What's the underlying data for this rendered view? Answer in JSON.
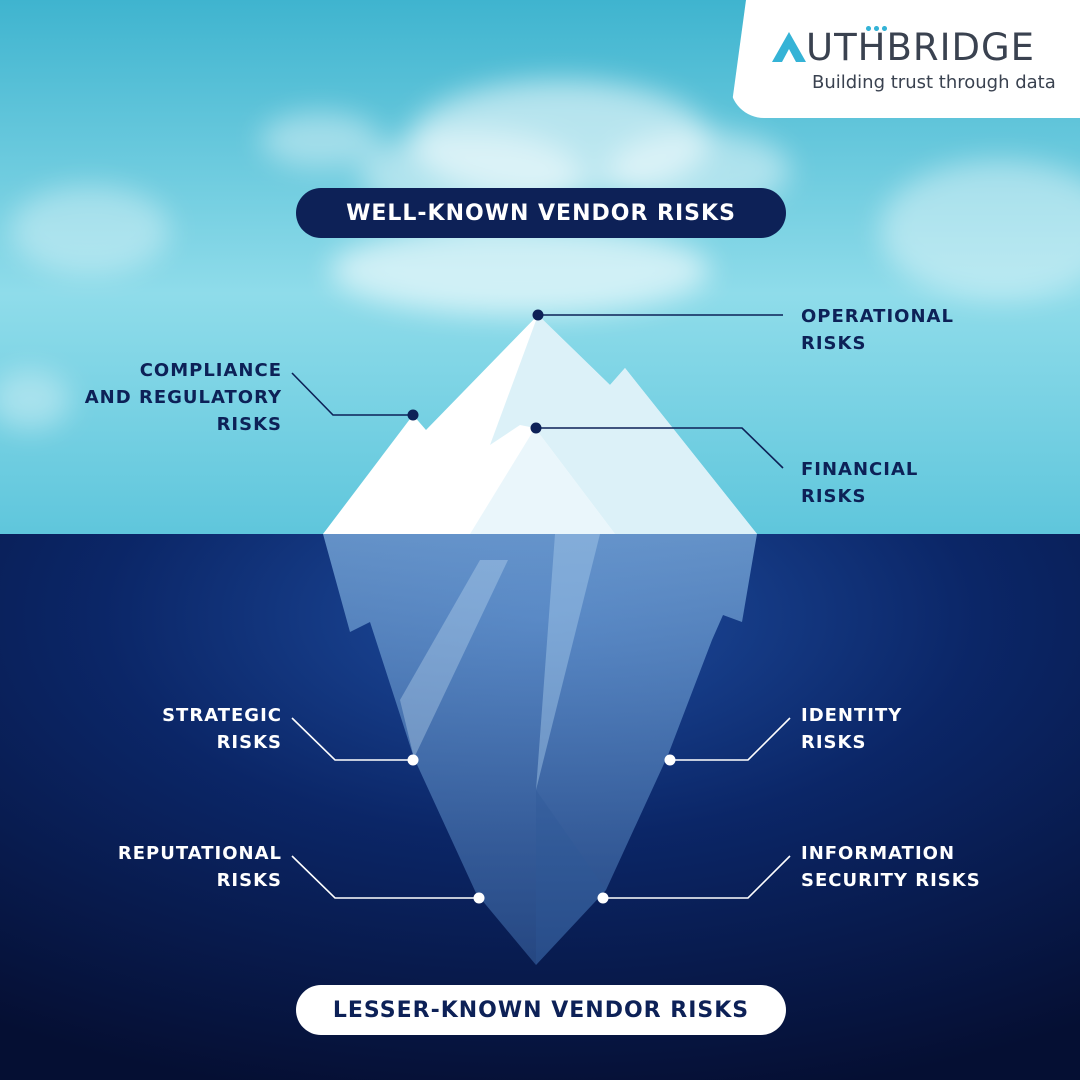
{
  "brand": {
    "name_initial": "A",
    "name_rest": "UTHBRIDGE",
    "tagline": "Building trust through data",
    "colors": {
      "dark": "#3a4250",
      "accent": "#35b3d6"
    }
  },
  "diagram": {
    "top_heading": "WELL-KNOWN VENDOR RISKS",
    "bottom_heading": "LESSER-KNOWN VENDOR RISKS",
    "above_water": [
      {
        "lines": [
          "OPERATIONAL",
          "RISKS"
        ]
      },
      {
        "lines": [
          "COMPLIANCE",
          "AND REGULATORY",
          "RISKS"
        ]
      },
      {
        "lines": [
          "FINANCIAL",
          "RISKS"
        ]
      }
    ],
    "below_water": [
      {
        "lines": [
          "STRATEGIC",
          "RISKS"
        ]
      },
      {
        "lines": [
          "IDENTITY",
          "RISKS"
        ]
      },
      {
        "lines": [
          "REPUTATIONAL",
          "RISKS"
        ]
      },
      {
        "lines": [
          "INFORMATION",
          "SECURITY RISKS"
        ]
      }
    ],
    "colors": {
      "navy": "#0d2157",
      "sky": "#5ec7dd",
      "deep": "#061338",
      "ice": "#ffffff"
    }
  }
}
